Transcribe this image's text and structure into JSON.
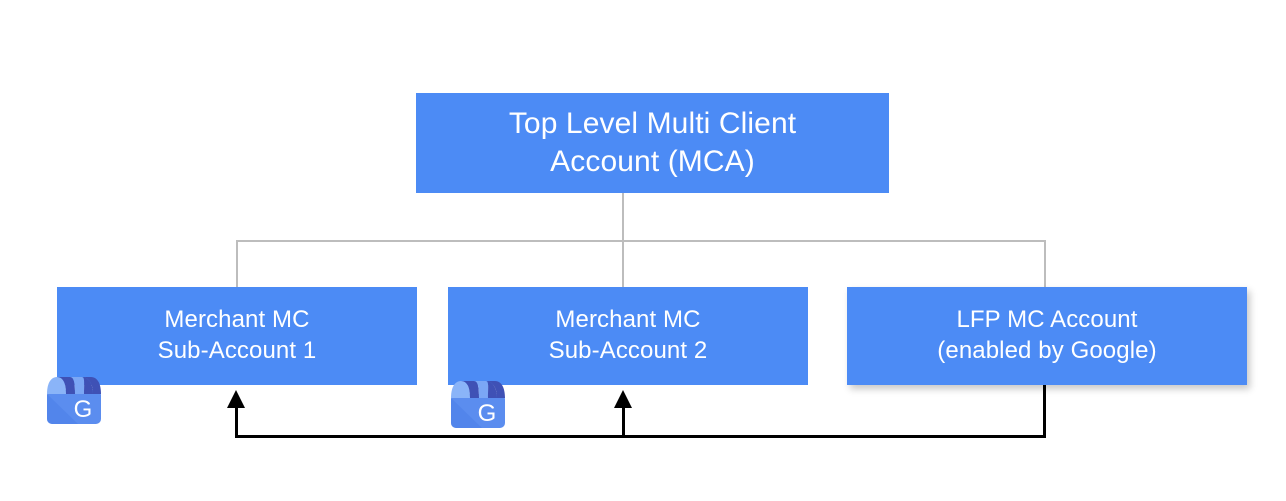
{
  "diagram": {
    "title_node": {
      "id": "mca",
      "label": "Top Level Multi Client\nAccount (MCA)"
    },
    "child_nodes": [
      {
        "id": "sub1",
        "label": "Merchant MC\nSub-Account 1",
        "icon": "google-business-profile-storefront-icon"
      },
      {
        "id": "sub2",
        "label": "Merchant MC\nSub-Account 2",
        "icon": "google-business-profile-storefront-icon"
      },
      {
        "id": "lfp",
        "label": "LFP MC Account\n(enabled by Google)",
        "icon": null
      }
    ],
    "connectors": {
      "tree_color": "#bdbdbd",
      "arrow_color": "#000000"
    },
    "colors": {
      "node_fill": "#4c8bf5",
      "node_text": "#ffffff",
      "background": "#ffffff",
      "icon_awning_light": "#8ab4f8",
      "icon_awning_dark": "#3f51b5",
      "icon_body": "#5b8def"
    }
  }
}
